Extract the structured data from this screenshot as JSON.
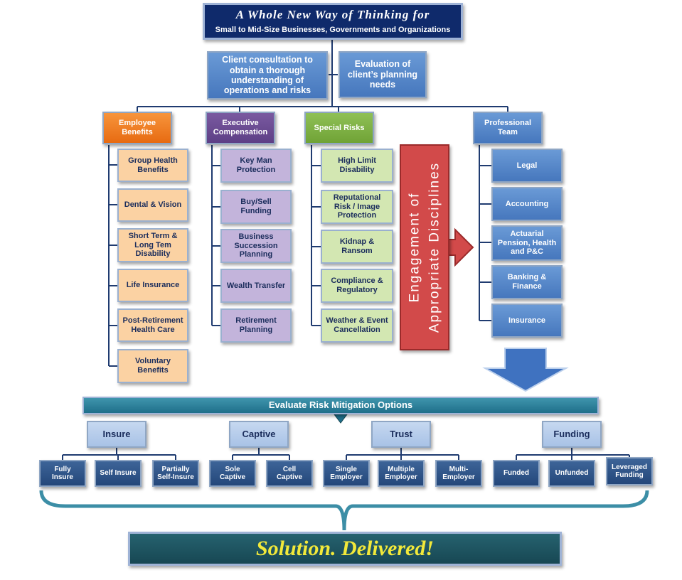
{
  "title": {
    "main": "A Whole New Way of Thinking for",
    "sub": "Small to Mid-Size Businesses, Governments and Organizations"
  },
  "intro": {
    "consultation": "Client consultation to obtain a thorough understanding of operations and risks",
    "evaluation": "Evaluation of client’s planning needs"
  },
  "columns": {
    "employee_benefits": {
      "header": "Employee Benefits",
      "items": [
        "Group Health Benefits",
        "Dental & Vision",
        "Short Term & Long Tem Disability",
        "Life Insurance",
        "Post-Retirement Health Care",
        "Voluntary Benefits"
      ]
    },
    "executive_compensation": {
      "header": "Executive Compensation",
      "items": [
        "Key Man Protection",
        "Buy/Sell Funding",
        "Business Succession Planning",
        "Wealth Transfer",
        "Retirement Planning"
      ]
    },
    "special_risks": {
      "header": "Special Risks",
      "items": [
        "High Limit Disability",
        "Reputational Risk / Image Protection",
        "Kidnap & Ransom",
        "Compliance & Regulatory",
        "Weather & Event Cancellation"
      ]
    },
    "professional_team": {
      "header": "Professional Team",
      "items": [
        "Legal",
        "Accounting",
        "Actuarial Pension, Health and P&C",
        "Banking & Finance",
        "Insurance"
      ]
    }
  },
  "engagement": {
    "line1": "Engagement of",
    "line2": "Appropriate Disciplines"
  },
  "mitigation": {
    "bar": "Evaluate Risk Mitigation Options",
    "groups": [
      {
        "label": "Insure",
        "options": [
          "Fully Insure",
          "Self Insure",
          "Partially Self-Insure"
        ]
      },
      {
        "label": "Captive",
        "options": [
          "Sole Captive",
          "Cell Captive"
        ]
      },
      {
        "label": "Trust",
        "options": [
          "Single Employer",
          "Multiple Employer",
          "Multi-Employer"
        ]
      },
      {
        "label": "Funding",
        "options": [
          "Funded",
          "Unfunded",
          "Leveraged Funding"
        ]
      }
    ]
  },
  "solution": "Solution.  Delivered!",
  "colors": {
    "navy": "#0f2a6b",
    "blue": "#4677bd",
    "orange": "#e76b12",
    "purple": "#5d3f86",
    "green": "#70a336",
    "red": "#d24a4a",
    "teal": "#1f6f8a",
    "solution_text": "#f2e93a"
  }
}
